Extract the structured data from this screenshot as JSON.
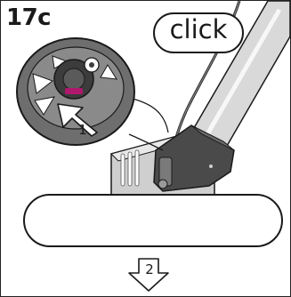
{
  "step": {
    "label": "17c"
  },
  "callout": {
    "text": "click"
  },
  "arrows": {
    "push": {
      "number": "1"
    },
    "down": {
      "number": "2"
    }
  },
  "colors": {
    "outline": "#1a1a1a",
    "dial_gray": "#6e6e6e",
    "dial_dark": "#3c3c3c",
    "base_light": "#cfcfcf",
    "handle_dark": "#4a4a4a",
    "tube_light": "#d9d9d9",
    "accent_magenta": "#b0186e"
  }
}
